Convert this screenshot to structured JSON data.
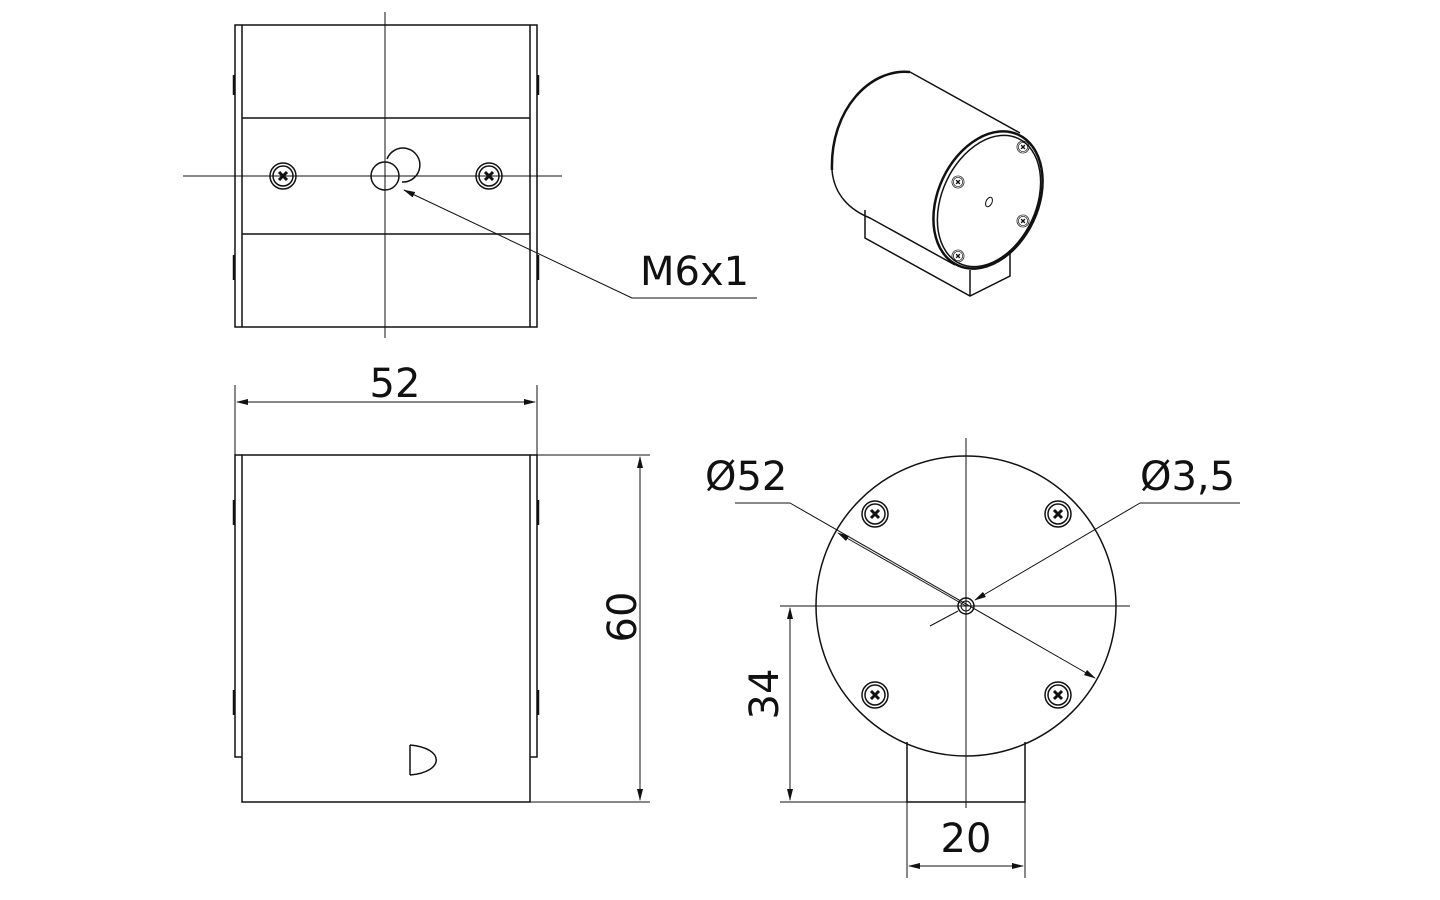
{
  "drawing": {
    "top_view": {
      "thread_label": "M6x1"
    },
    "front_view": {
      "width_dim": "52",
      "height_dim": "60"
    },
    "side_view": {
      "diameter_dim": "Ø52",
      "hole_dim": "Ø3,5",
      "center_height_dim": "34",
      "base_width_dim": "20"
    }
  }
}
